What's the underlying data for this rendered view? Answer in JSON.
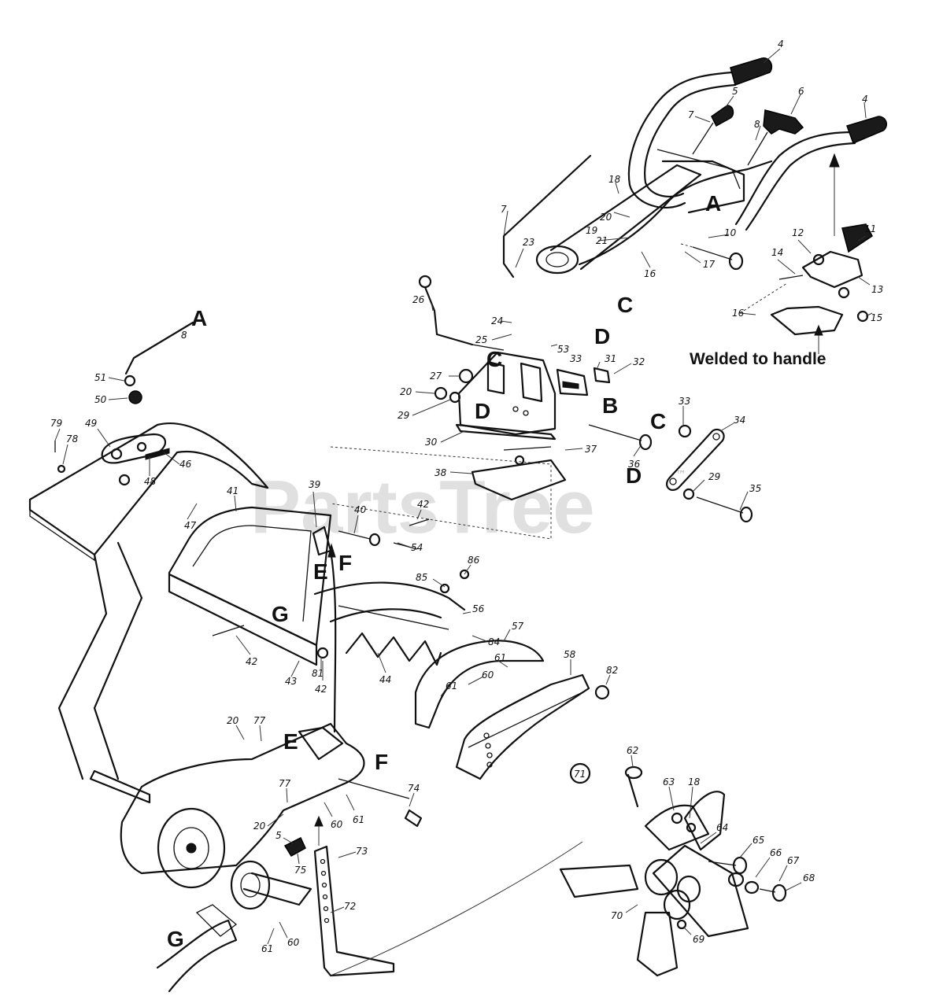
{
  "watermark": {
    "text": "PartsTree",
    "trademark": "™"
  },
  "caption": "Welded to handle",
  "callouts": [
    {
      "id": "c4a",
      "label": "4"
    },
    {
      "id": "c5",
      "label": "5"
    },
    {
      "id": "c6",
      "label": "6"
    },
    {
      "id": "c4b",
      "label": "4"
    },
    {
      "id": "c7a",
      "label": "7"
    },
    {
      "id": "c8a",
      "label": "8"
    },
    {
      "id": "c18a",
      "label": "18"
    },
    {
      "id": "c20a",
      "label": "20"
    },
    {
      "id": "c7b",
      "label": "7"
    },
    {
      "id": "c19",
      "label": "19"
    },
    {
      "id": "c21",
      "label": "21"
    },
    {
      "id": "c10",
      "label": "10"
    },
    {
      "id": "c23",
      "label": "23"
    },
    {
      "id": "c17",
      "label": "17"
    },
    {
      "id": "c16a",
      "label": "16"
    },
    {
      "id": "c11",
      "label": "11"
    },
    {
      "id": "c12",
      "label": "12"
    },
    {
      "id": "c14",
      "label": "14"
    },
    {
      "id": "c13",
      "label": "13"
    },
    {
      "id": "c16b",
      "label": "16"
    },
    {
      "id": "c15",
      "label": "15"
    },
    {
      "id": "c26",
      "label": "26"
    },
    {
      "id": "c24",
      "label": "24"
    },
    {
      "id": "c25",
      "label": "25"
    },
    {
      "id": "c53",
      "label": "53"
    },
    {
      "id": "c33a",
      "label": "33"
    },
    {
      "id": "c31",
      "label": "31"
    },
    {
      "id": "c32",
      "label": "32"
    },
    {
      "id": "c8b",
      "label": "8"
    },
    {
      "id": "c51",
      "label": "51"
    },
    {
      "id": "c27",
      "label": "27"
    },
    {
      "id": "c50",
      "label": "50"
    },
    {
      "id": "c20b",
      "label": "20"
    },
    {
      "id": "c29a",
      "label": "29"
    },
    {
      "id": "c30",
      "label": "30"
    },
    {
      "id": "c33b",
      "label": "33"
    },
    {
      "id": "c34",
      "label": "34"
    },
    {
      "id": "c79",
      "label": "79"
    },
    {
      "id": "c78",
      "label": "78"
    },
    {
      "id": "c49",
      "label": "49"
    },
    {
      "id": "c46",
      "label": "46"
    },
    {
      "id": "c48",
      "label": "48"
    },
    {
      "id": "c37",
      "label": "37"
    },
    {
      "id": "c38",
      "label": "38"
    },
    {
      "id": "c36",
      "label": "36"
    },
    {
      "id": "c29b",
      "label": "29"
    },
    {
      "id": "c35",
      "label": "35"
    },
    {
      "id": "c39",
      "label": "39"
    },
    {
      "id": "c47",
      "label": "47"
    },
    {
      "id": "c41",
      "label": "41"
    },
    {
      "id": "c40",
      "label": "40"
    },
    {
      "id": "c42a",
      "label": "42"
    },
    {
      "id": "c54",
      "label": "54"
    },
    {
      "id": "c86",
      "label": "86"
    },
    {
      "id": "c85",
      "label": "85"
    },
    {
      "id": "c56",
      "label": "56"
    },
    {
      "id": "c84",
      "label": "84"
    },
    {
      "id": "c57",
      "label": "57"
    },
    {
      "id": "c42b",
      "label": "42"
    },
    {
      "id": "c81",
      "label": "81"
    },
    {
      "id": "c43",
      "label": "43"
    },
    {
      "id": "c42c",
      "label": "42"
    },
    {
      "id": "c44",
      "label": "44"
    },
    {
      "id": "c61a",
      "label": "61"
    },
    {
      "id": "c60a",
      "label": "60"
    },
    {
      "id": "c61b",
      "label": "61"
    },
    {
      "id": "c58",
      "label": "58"
    },
    {
      "id": "c82",
      "label": "82"
    },
    {
      "id": "c20c",
      "label": "20"
    },
    {
      "id": "c77a",
      "label": "77"
    },
    {
      "id": "c62",
      "label": "62"
    },
    {
      "id": "c63",
      "label": "63"
    },
    {
      "id": "c18b",
      "label": "18"
    },
    {
      "id": "c77b",
      "label": "77"
    },
    {
      "id": "c74",
      "label": "74"
    },
    {
      "id": "c20d",
      "label": "20"
    },
    {
      "id": "c60b",
      "label": "60"
    },
    {
      "id": "c61c",
      "label": "61"
    },
    {
      "id": "c64",
      "label": "64"
    },
    {
      "id": "c65",
      "label": "65"
    },
    {
      "id": "c5b",
      "label": "5"
    },
    {
      "id": "c73",
      "label": "73"
    },
    {
      "id": "c75",
      "label": "75"
    },
    {
      "id": "c66",
      "label": "66"
    },
    {
      "id": "c67",
      "label": "67"
    },
    {
      "id": "c68",
      "label": "68"
    },
    {
      "id": "c72",
      "label": "72"
    },
    {
      "id": "c70",
      "label": "70"
    },
    {
      "id": "c69",
      "label": "69"
    },
    {
      "id": "c61d",
      "label": "61"
    },
    {
      "id": "c60c",
      "label": "60"
    },
    {
      "id": "c71",
      "label": "71"
    }
  ],
  "letters": [
    {
      "id": "LA1",
      "label": "A"
    },
    {
      "id": "LA2",
      "label": "A"
    },
    {
      "id": "LC1",
      "label": "C"
    },
    {
      "id": "LD1",
      "label": "D"
    },
    {
      "id": "LC2",
      "label": "C"
    },
    {
      "id": "LD2",
      "label": "D"
    },
    {
      "id": "LB",
      "label": "B"
    },
    {
      "id": "LC3",
      "label": "C"
    },
    {
      "id": "LD3",
      "label": "D"
    },
    {
      "id": "LE1",
      "label": "E"
    },
    {
      "id": "LF1",
      "label": "F"
    },
    {
      "id": "LG1",
      "label": "G"
    },
    {
      "id": "LE2",
      "label": "E"
    },
    {
      "id": "LF2",
      "label": "F"
    },
    {
      "id": "LG2",
      "label": "G"
    }
  ]
}
